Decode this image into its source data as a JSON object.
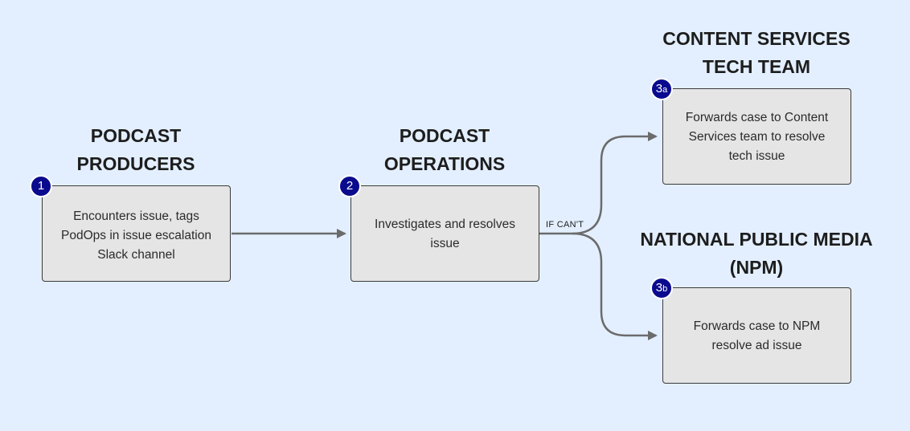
{
  "nodes": {
    "producers": {
      "heading": [
        "PODCAST",
        "PRODUCERS"
      ],
      "badge": "1",
      "text": [
        "Encounters issue, tags",
        "PodOps in issue escalation",
        "Slack channel"
      ]
    },
    "operations": {
      "heading": [
        "PODCAST",
        "OPERATIONS"
      ],
      "badge": "2",
      "text": [
        "Investigates and resolves",
        "issue"
      ]
    },
    "content_services": {
      "heading": [
        "CONTENT SERVICES",
        "TECH TEAM"
      ],
      "badge_main": "3",
      "badge_sub": "a",
      "text": [
        "Forwards case to Content",
        "Services team to resolve",
        "tech issue"
      ]
    },
    "npm": {
      "heading": [
        "NATIONAL PUBLIC MEDIA",
        "(NPM)"
      ],
      "badge_main": "3",
      "badge_sub": "b",
      "text": [
        "Forwards case to NPM",
        "resolve ad issue"
      ]
    }
  },
  "edges": {
    "condition_label": "IF CAN'T"
  },
  "colors": {
    "background": "#e3efff",
    "box_fill": "#e5e5e5",
    "box_border": "#3a3a3a",
    "badge_fill": "#0a0a8e",
    "arrow": "#6b6b6b"
  }
}
